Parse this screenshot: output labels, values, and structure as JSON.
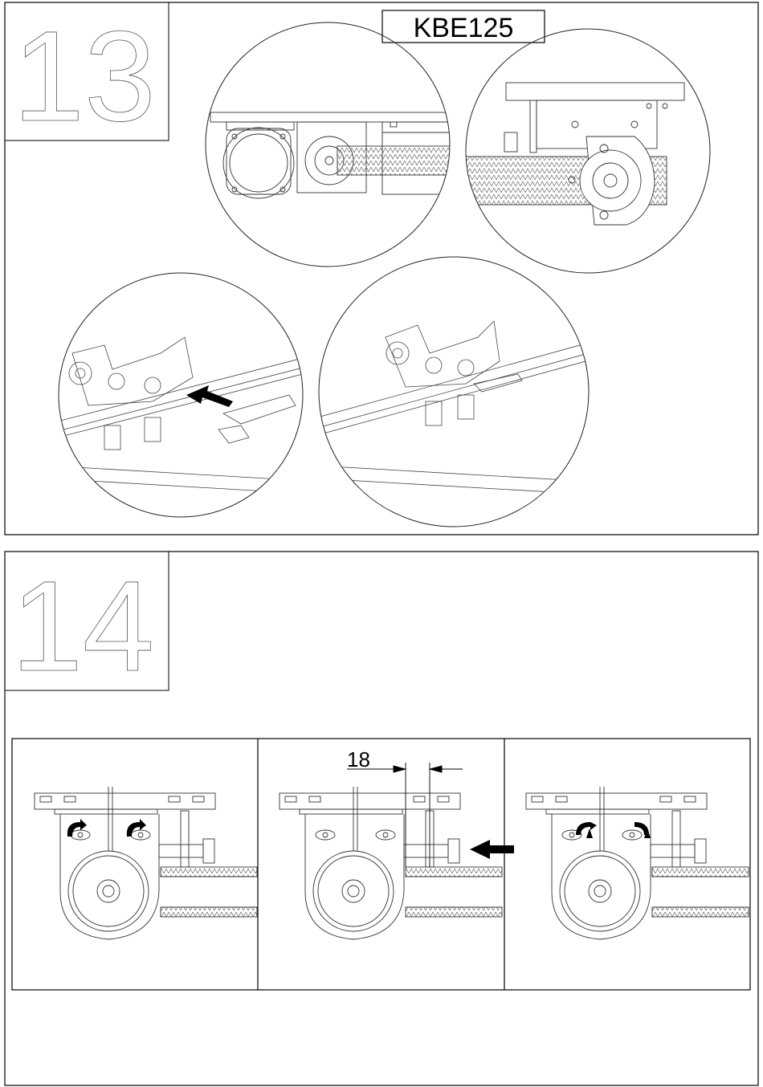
{
  "step13": {
    "number": "13",
    "model_label": "KBE125"
  },
  "step14": {
    "number": "14",
    "dimension_label": "18"
  }
}
